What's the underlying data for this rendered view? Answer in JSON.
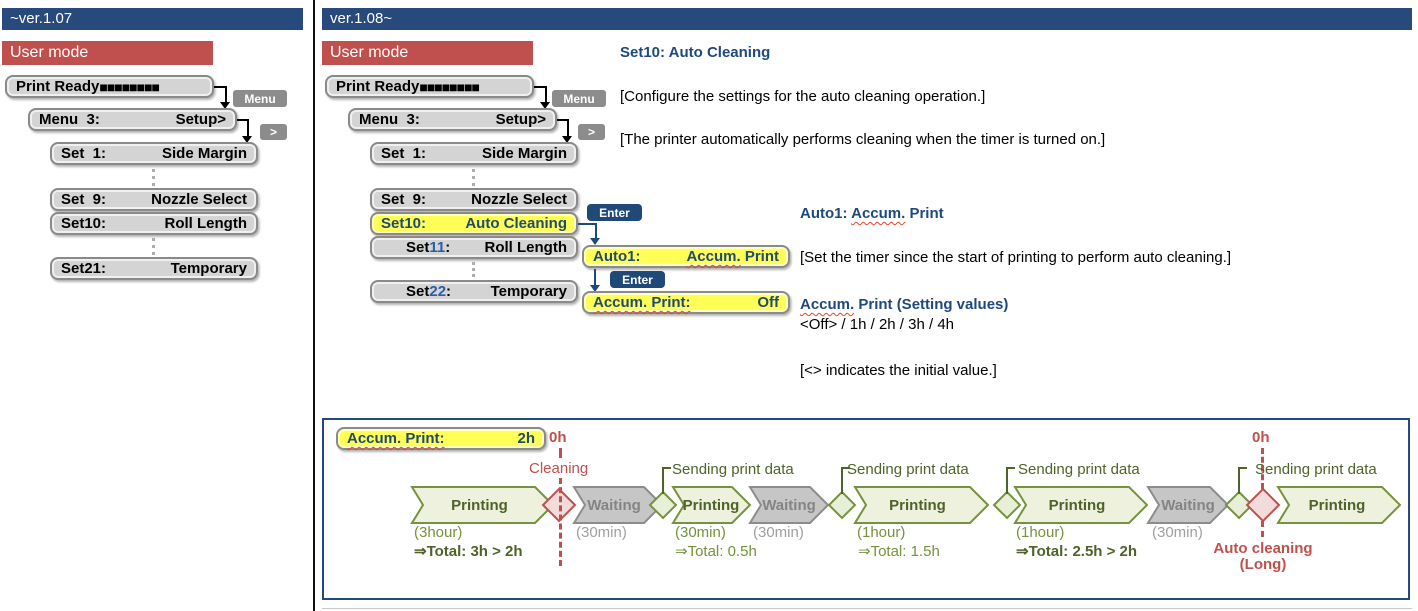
{
  "left_flow": {
    "version": "~ver.1.07",
    "mode_label": "User mode",
    "lcd_print_ready": {
      "label": "Print Ready",
      "blocks": "■■■■■■■■"
    },
    "btn_menu": "Menu",
    "btn_next": ">",
    "lcd_menu3": {
      "label": "Menu  3:",
      "value": "Setup>"
    },
    "lcd_set1": {
      "label": "Set  1:",
      "value": "Side Margin"
    },
    "lcd_set9": {
      "label": "Set  9:",
      "value": "Nozzle Select"
    },
    "lcd_set10": {
      "label": "Set10:",
      "value": "Roll Length"
    },
    "lcd_set21": {
      "label": "Set21:",
      "value": "Temporary"
    }
  },
  "right_flow": {
    "version": "ver.1.08~",
    "mode_label": "User mode",
    "lcd_print_ready": {
      "label": "Print Ready",
      "blocks": "■■■■■■■■"
    },
    "btn_menu": "Menu",
    "btn_next": ">",
    "btn_enter1": "Enter",
    "btn_enter2": "Enter",
    "lcd_menu3": {
      "label": "Menu  3:",
      "value": "Setup>"
    },
    "lcd_set1": {
      "label": "Set  1:",
      "value": "Side Margin"
    },
    "lcd_set9": {
      "label": "Set  9:",
      "value": "Nozzle Select"
    },
    "lcd_set10": {
      "label": "Set10:",
      "value": "Auto Cleaning"
    },
    "lcd_set11": {
      "label_pre": "Set",
      "label_num": "11",
      "label_colon": ":",
      "value": "Roll Length"
    },
    "lcd_set22": {
      "label_pre": "Set",
      "label_num": "22",
      "label_colon": ":",
      "value": "Temporary"
    },
    "lcd_auto1": {
      "label": "Auto1:",
      "value_wavy": "Accum.",
      "value_post": " Print"
    },
    "lcd_accum": {
      "label_wavy": "Accum. Print:",
      "value": "Off"
    }
  },
  "annotations": {
    "heading_set10": "Set10: Auto Cleaning",
    "para_configure": "[Configure the settings for the auto cleaning operation.]",
    "para_timer": "[The printer automatically performs cleaning when the timer is turned on.]",
    "heading_auto1": {
      "pre": "Auto1: ",
      "wavy": "Accum.",
      "post": " Print"
    },
    "para_set_timer": "[Set the timer since the start of printing to perform auto cleaning.]",
    "heading_values": {
      "wavy": "Accum.",
      "post": " Print (Setting values)"
    },
    "values_line": "<Off> / 1h / 2h / 3h / 4h",
    "para_initial": "[<> indicates the initial value.]"
  },
  "diagram": {
    "lcd_accum2h": {
      "label_wavy": "Accum. Print:",
      "value": "2h"
    },
    "marker_start": {
      "time": "0h",
      "event": "Cleaning"
    },
    "marker_end": {
      "time": "0h",
      "event": "Auto cleaning",
      "event2": "(Long)"
    },
    "send_labels": [
      "Sending print data",
      "Sending print data",
      "Sending print data",
      "Sending print data"
    ],
    "segments": [
      {
        "type": "printing",
        "label": "Printing",
        "duration": "(3hour)",
        "total": "⇒Total: 3h > 2h"
      },
      {
        "type": "waiting",
        "label": "Waiting",
        "duration": "(30min)"
      },
      {
        "type": "printing",
        "label": "Printing",
        "duration": "(30min)",
        "total": "⇒Total: 0.5h"
      },
      {
        "type": "waiting",
        "label": "Waiting",
        "duration": "(30min)"
      },
      {
        "type": "printing",
        "label": "Printing",
        "duration": "(1hour)",
        "total": "⇒Total: 1.5h"
      },
      {
        "type": "printing",
        "label": "Printing",
        "duration": "(1hour)",
        "total": "⇒Total: 2.5h > 2h"
      },
      {
        "type": "waiting",
        "label": "Waiting",
        "duration": "(30min)"
      },
      {
        "type": "printing",
        "label": "Printing"
      }
    ]
  },
  "colors": {
    "header_navy": "#27497B",
    "bar_red": "#C0504D",
    "button_gray": "#8C8C8C",
    "button_navy": "#1F4977",
    "lcd_gray": "#D4D4D4",
    "lcd_yellow": "#FFFF55",
    "lcd_text_navy": "#1F4977",
    "arrow_green_fill": "#EDF1DE",
    "arrow_green_stroke": "#76923C",
    "arrow_gray_fill": "#C6C6C6",
    "arrow_gray_stroke": "#8C8C8C",
    "text_green_dark": "#4F6228",
    "diamond_pink_fill": "#F1DBDB",
    "accent_red": "#C0504D"
  }
}
